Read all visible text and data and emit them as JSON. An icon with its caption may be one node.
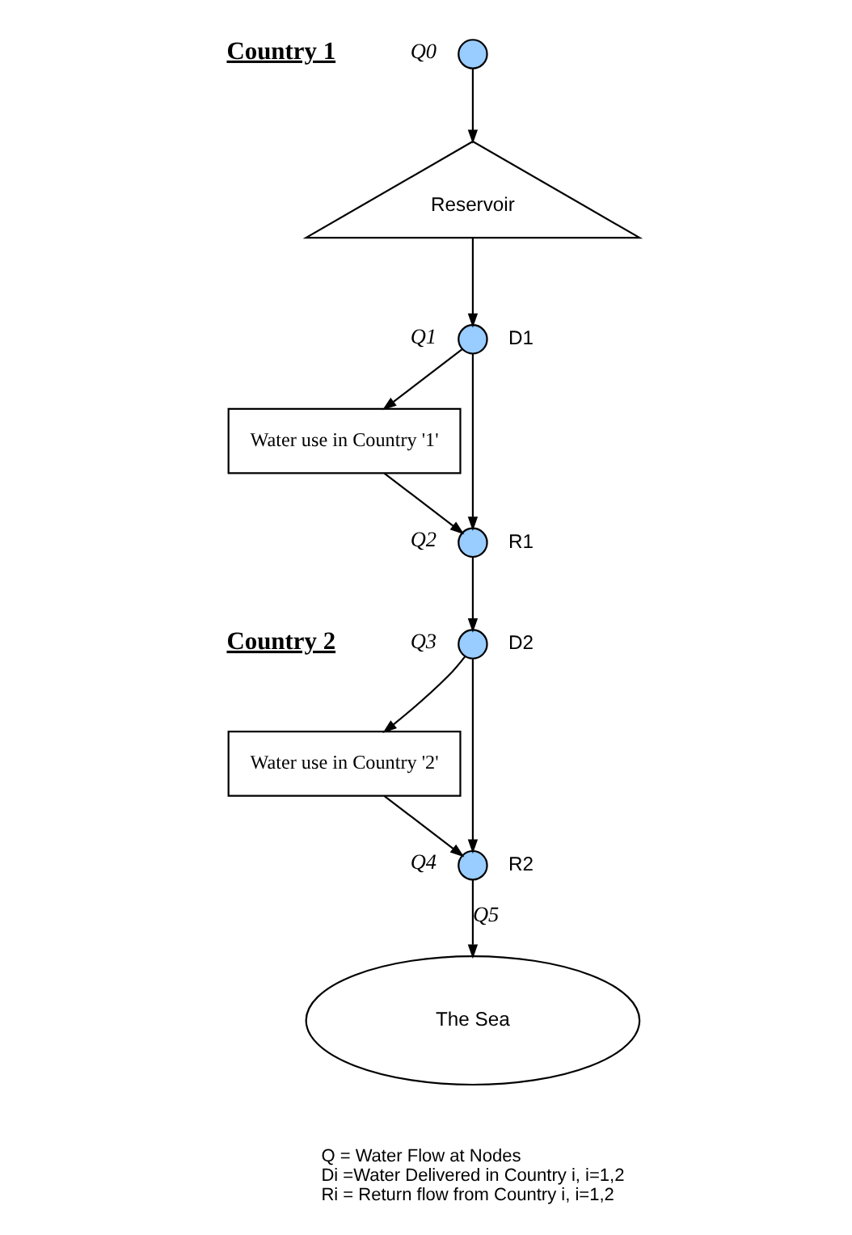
{
  "diagram": {
    "nodes": [
      {
        "text": [],
        "shape": "circle",
        "beside": [
          "Q0"
        ]
      },
      {
        "text": [
          "Reservoir"
        ]
      },
      {
        "text": [],
        "shape": "circle",
        "beside": [
          "Q1",
          "D1"
        ]
      },
      {
        "text": [
          "Water use in Country '1'"
        ]
      },
      {
        "text": [],
        "shape": "circle",
        "beside": [
          "Q2",
          "R1"
        ]
      },
      {
        "text": [],
        "shape": "circle",
        "beside": [
          "Q3",
          "D2"
        ]
      },
      {
        "text": [
          "Water use in Country '2'"
        ]
      },
      {
        "text": [],
        "shape": "circle",
        "beside": [
          "Q4",
          "R2"
        ]
      },
      {
        "text": [
          "The Sea"
        ]
      }
    ],
    "edges": [
      {
        "from": 0,
        "to": 1,
        "arrow": "to"
      },
      {
        "from": 1,
        "to": 2,
        "arrow": "to"
      },
      {
        "from": 2,
        "to": 3,
        "arrow": "to"
      },
      {
        "from": 3,
        "to": 4,
        "arrow": "to"
      },
      {
        "from": 2,
        "to": 4,
        "arrow": "to"
      },
      {
        "from": 4,
        "to": 5,
        "arrow": "to"
      },
      {
        "from": 5,
        "to": 6,
        "arrow": "to"
      },
      {
        "from": 6,
        "to": 7,
        "arrow": "to"
      },
      {
        "from": 5,
        "to": 7,
        "arrow": "to"
      },
      {
        "from": 7,
        "to": 8,
        "label": "Q5",
        "arrow": "to"
      }
    ],
    "labels": [
      "Country 1",
      "Country 2",
      "Q = Water Flow at Nodes",
      "Di =Water Delivered in Country i, i=1,2",
      "Ri = Return flow from Country i, i=1,2"
    ]
  }
}
